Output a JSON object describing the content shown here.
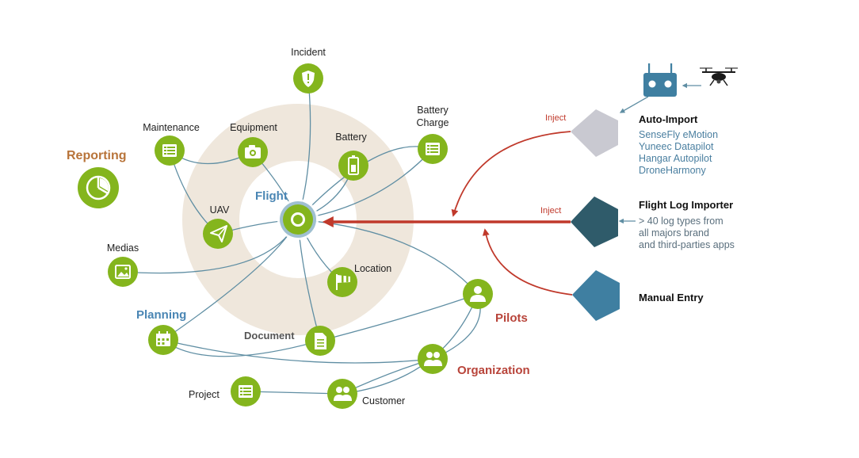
{
  "colors": {
    "node_green": "#84b51d",
    "ring_beige": "#efe7dc",
    "connector": "#5f8ea3",
    "arrow_red": "#c0392b",
    "reporting": "#b8743a",
    "planning": "#4a86b4",
    "flight": "#4a86b4",
    "pilots": "#b8443a",
    "organization": "#b8443a",
    "pentagon_auto": "#c9c9d1",
    "pentagon_log": "#2f5b6a",
    "pentagon_manual": "#3f7fa1"
  },
  "nodes": {
    "flight": {
      "label": "Flight",
      "icon": "ring-icon"
    },
    "incident": {
      "label": "Incident",
      "icon": "shield-icon"
    },
    "maintenance": {
      "label": "Maintenance",
      "icon": "list-icon"
    },
    "equipment": {
      "label": "Equipment",
      "icon": "camera-icon"
    },
    "battery": {
      "label": "Battery",
      "icon": "battery-icon"
    },
    "battery_charge": {
      "label_line1": "Battery",
      "label_line2": "Charge",
      "icon": "list-icon"
    },
    "uav": {
      "label": "UAV",
      "icon": "paper-plane-icon"
    },
    "medias": {
      "label": "Medias",
      "icon": "image-icon"
    },
    "location": {
      "label": "Location",
      "icon": "windsock-icon"
    },
    "planning": {
      "label": "Planning",
      "icon": "calendar-icon"
    },
    "document": {
      "label": "Document",
      "icon": "document-icon"
    },
    "pilots": {
      "label": "Pilots",
      "icon": "person-icon"
    },
    "organization": {
      "label": "Organization",
      "icon": "group-icon"
    },
    "project": {
      "label": "Project",
      "icon": "list-icon"
    },
    "customer": {
      "label": "Customer",
      "icon": "group-icon"
    },
    "reporting": {
      "label": "Reporting",
      "icon": "pie-chart-icon"
    }
  },
  "sources": {
    "auto_import": {
      "title": "Auto-Import",
      "items": [
        "SenseFly eMotion",
        "Yuneec Datapilot",
        "Hangar Autopilot",
        "DroneHarmony"
      ]
    },
    "flight_log_importer": {
      "title": "Flight Log Importer",
      "items": [
        "> 40 log types from",
        "all majors brand",
        "and third-parties apps"
      ]
    },
    "manual_entry": {
      "title": "Manual Entry"
    }
  },
  "inject_labels": [
    "Inject",
    "Inject"
  ],
  "devices": {
    "controller": "remote-controller-icon",
    "drone": "drone-icon"
  }
}
